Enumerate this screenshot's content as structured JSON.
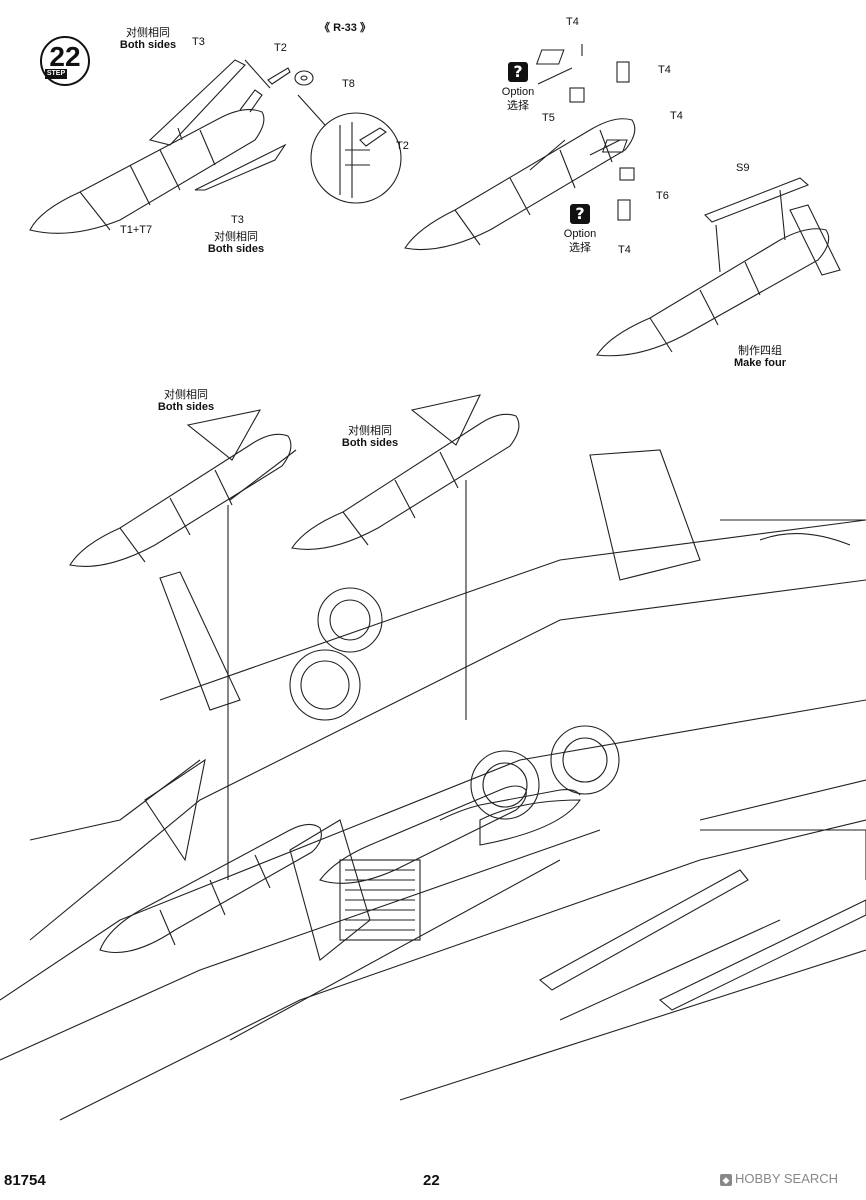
{
  "step": {
    "number": "22",
    "word": "STEP"
  },
  "title": "《 R-33 》",
  "labels": {
    "both_sides_cn": "对侧相同",
    "both_sides_en": "Both sides",
    "option_en": "Option",
    "option_cn": "选择",
    "make_four_cn": "制作四组",
    "make_four_en": "Make four",
    "question": "?"
  },
  "parts": {
    "t1_t7": "T1+T7",
    "t2": "T2",
    "t3": "T3",
    "t4": "T4",
    "t5": "T5",
    "t6": "T6",
    "t8": "T8",
    "s9": "S9"
  },
  "footer": {
    "code": "81754",
    "page": "22",
    "watermark": "HOBBY SEARCH"
  }
}
